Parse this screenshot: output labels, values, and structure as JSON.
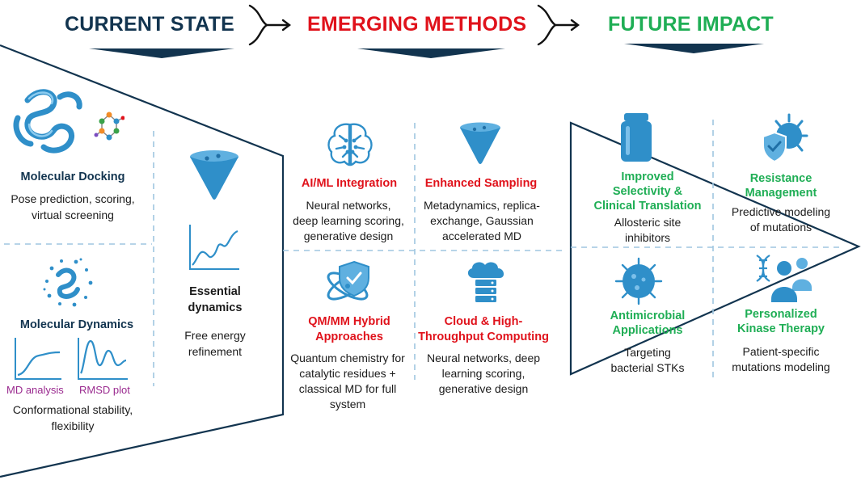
{
  "colors": {
    "navy": "#12344f",
    "red": "#e0121b",
    "green": "#1fae55",
    "blue": "#2f8fc9",
    "divider": "#9fc6e0",
    "magenta": "#9a2a8f"
  },
  "headers": {
    "current": "CURRENT STATE",
    "emerging": "EMERGING METHODS",
    "future": "FUTURE IMPACT"
  },
  "current": {
    "docking": {
      "title": "Molecular Docking",
      "desc_line1": "Pose prediction, scoring,",
      "desc_line2": "virtual screening",
      "icons": [
        "protein-ribbon-icon",
        "molecule-icon"
      ]
    },
    "dynamics": {
      "title": "Molecular Dynamics",
      "plot1_label": "MD analysis",
      "plot2_label": "RMSD plot",
      "desc_line1": "Conformational stability,",
      "desc_line2": "flexibility",
      "icons": [
        "protein-cloud-icon",
        "md-plot-icon",
        "rmsd-plot-icon"
      ]
    },
    "essential": {
      "title_line1": "Essential",
      "title_line2": "dynamics",
      "desc_line1": "Free energy",
      "desc_line2": "refinement",
      "icons": [
        "funnel-icon",
        "line-chart-icon"
      ]
    }
  },
  "emerging": {
    "aiml": {
      "title": "AI/ML Integration",
      "desc_line1": "Neural networks,",
      "desc_line2": "deep learning scoring,",
      "desc_line3": "generative design",
      "icon": "brain-circuit-icon"
    },
    "sampling": {
      "title": "Enhanced Sampling",
      "desc_line1": "Metadynamics, replica-",
      "desc_line2": "exchange, Gaussian",
      "desc_line3": "accelerated MD",
      "icon": "funnel-icon"
    },
    "qmmm": {
      "title_line1": "QM/MM Hybrid",
      "title_line2": "Approaches",
      "desc_line1": "Quantum chemistry for",
      "desc_line2": "catalytic residues +",
      "desc_line3": "classical MD for full",
      "desc_line4": "system",
      "icon": "atom-shield-icon"
    },
    "cloud": {
      "title_line1": "Cloud & High-",
      "title_line2": "Throughput Computing",
      "desc_line1": "Neural networks, deep",
      "desc_line2": "learning scoring,",
      "desc_line3": "generative design",
      "icon": "cloud-server-icon"
    }
  },
  "future": {
    "selectivity": {
      "title_line1": "Improved",
      "title_line2": "Selectivity &",
      "title_line3": "Clinical Translation",
      "desc_line1": "Allosteric site",
      "desc_line2": "inhibitors",
      "icon": "pill-bottle-icon"
    },
    "resistance": {
      "title_line1": "Resistance",
      "title_line2": "Management",
      "desc_line1": "Predictive modeling",
      "desc_line2": "of mutations",
      "icon": "virus-shield-icon"
    },
    "antimicrobial": {
      "title_line1": "Antimicrobial",
      "title_line2": "Applications",
      "desc_line1": "Targeting",
      "desc_line2": "bacterial STKs",
      "icon": "bacterium-icon"
    },
    "personalized": {
      "title_line1": "Personalized",
      "title_line2": "Kinase Therapy",
      "desc_line1": "Patient-specific",
      "desc_line2": "mutations modeling",
      "icon": "dna-people-icon"
    }
  }
}
